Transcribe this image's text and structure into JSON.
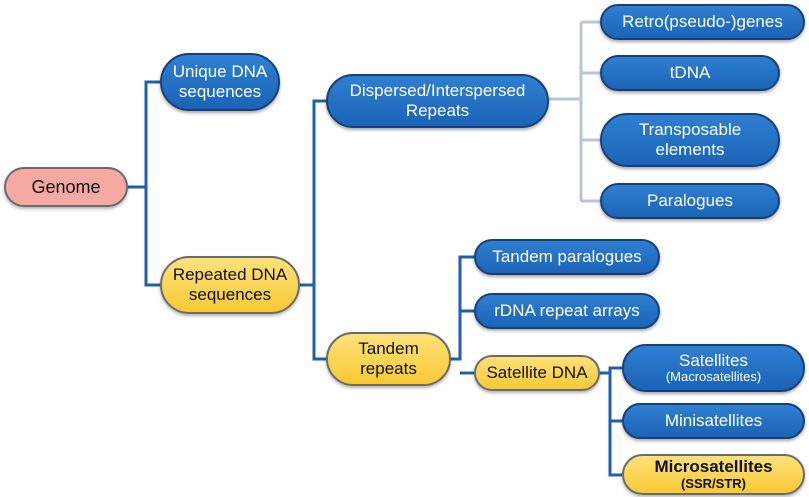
{
  "colors": {
    "connector": "#1f5fae",
    "bracket": "#b9c6da",
    "blue_node": "#1b64b8",
    "yellow_node": "#f7c933",
    "pink_node": "#f4a9a2"
  },
  "nodes": {
    "genome": "Genome",
    "unique": [
      "Unique DNA",
      "sequences"
    ],
    "repeated": [
      "Repeated DNA",
      "sequences"
    ],
    "dispersed": [
      "Dispersed/Interspersed",
      "Repeats"
    ],
    "tandem": [
      "Tandem",
      "repeats"
    ],
    "retro": "Retro(pseudo-)genes",
    "tdna": "tDNA",
    "transposable": [
      "Transposable",
      "elements"
    ],
    "paralogues": "Paralogues",
    "tandem_paralogues": "Tandem paralogues",
    "rdna": "rDNA repeat arrays",
    "satellite_dna": "Satellite DNA",
    "satellites": [
      "Satellites",
      "(Macrosatellites)"
    ],
    "minisatellites": "Minisatellites",
    "microsatellites": [
      "Microsatellites",
      "(SSR/STR)"
    ]
  }
}
